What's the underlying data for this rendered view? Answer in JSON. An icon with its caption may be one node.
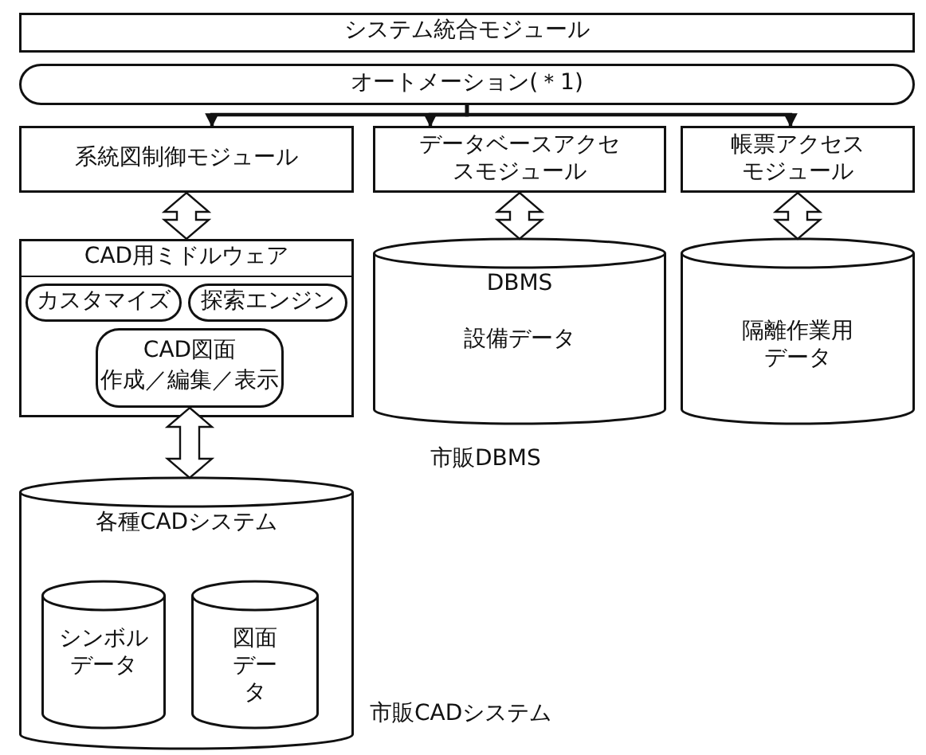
{
  "diagram": {
    "nodes": [
      {
        "text": [
          "システム統合モジュール"
        ]
      },
      {
        "text": [
          "オートメーション(＊1)"
        ]
      },
      {
        "text": [
          "系統図制御モジュール"
        ]
      },
      {
        "text": [
          "データベースアクセスモジュール"
        ]
      },
      {
        "text": [
          "帳票アクセスモジュール"
        ]
      },
      {
        "text": [
          "CAD用ミドルウェア"
        ]
      },
      {
        "text": [
          "カスタマイズ"
        ],
        "in": 5
      },
      {
        "text": [
          "探索エンジン"
        ],
        "in": 5
      },
      {
        "text": [
          "CAD図面",
          "作成／編集／表示"
        ],
        "in": 5
      },
      {
        "text": [
          "各種CADシステム"
        ],
        "beside": [
          "市販CADシステム"
        ]
      },
      {
        "text": [
          "シンボルデータ"
        ],
        "in": 9
      },
      {
        "text": [
          "図面データ"
        ],
        "in": 9
      },
      {
        "text": [
          "DBMS",
          "設備データ"
        ],
        "beside": [
          "市販DBMS"
        ]
      },
      {
        "text": [
          "隔離作業用データ"
        ]
      }
    ],
    "edges": [
      {
        "from": 1,
        "to": 2,
        "arrow": "to"
      },
      {
        "from": 1,
        "to": 3,
        "arrow": "to"
      },
      {
        "from": 1,
        "to": 4,
        "arrow": "to"
      },
      {
        "from": 2,
        "to": 5,
        "arrow": "both"
      },
      {
        "from": 8,
        "to": 9,
        "arrow": "both"
      },
      {
        "from": 3,
        "to": 12,
        "arrow": "both"
      },
      {
        "from": 4,
        "to": 13,
        "arrow": "both"
      }
    ]
  }
}
